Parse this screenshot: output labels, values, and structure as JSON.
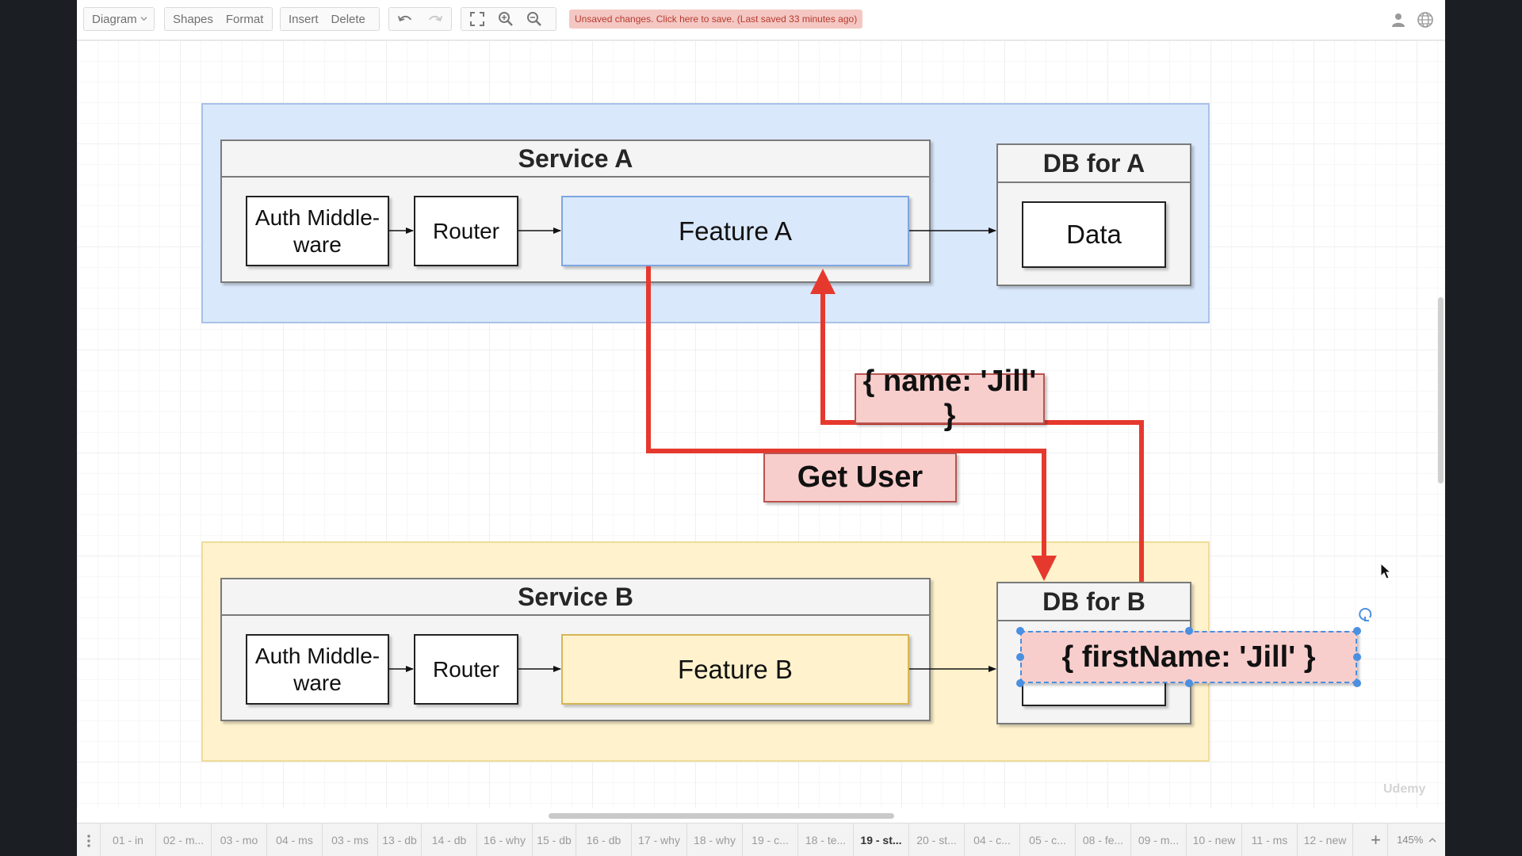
{
  "toolbar": {
    "diagram_menu": "Diagram",
    "shapes": "Shapes",
    "format": "Format",
    "insert": "Insert",
    "delete": "Delete",
    "unsaved_notice": "Unsaved changes. Click here to save. (Last saved 33 minutes ago)",
    "icons": [
      "undo-icon",
      "redo-icon",
      "fullscreen-icon",
      "zoom-in-icon",
      "zoom-out-icon",
      "user-icon",
      "globe-icon"
    ]
  },
  "diagram": {
    "service_a": {
      "title": "Service A",
      "auth_line1": "Auth Middle-",
      "auth_line2": "ware",
      "router": "Router",
      "feature": "Feature A"
    },
    "db_a": {
      "title": "DB for A",
      "data": "Data"
    },
    "service_b": {
      "title": "Service B",
      "auth_line1": "Auth Middle-",
      "auth_line2": "ware",
      "router": "Router",
      "feature": "Feature B"
    },
    "db_b": {
      "title": "DB for B"
    },
    "labels": {
      "get_user": "Get User",
      "name_response": "{ name: 'Jill' }",
      "firstname_record": "{ firstName: 'Jill' }"
    }
  },
  "pages": {
    "tabs": [
      "01 - in",
      "02 - m...",
      "03 - mo",
      "04 - ms",
      "03 - ms",
      "13 - db",
      "14 - db",
      "16 - why",
      "15 - db",
      "16 - db",
      "17 - why",
      "18 - why",
      "19 - c...",
      "18 - te...",
      "19 - st...",
      "20 - st...",
      "04 - c...",
      "05 - c...",
      "08 - fe...",
      "09 - m...",
      "10 - new",
      "11 - ms",
      "12 - new"
    ],
    "active_index": 14,
    "zoom": "145%"
  },
  "watermark": "Udemy",
  "colors": {
    "service_a_bg": "#dae8fc",
    "service_b_bg": "#fff2cc",
    "highlight_red": "#e6392e",
    "label_fill": "#f8cecc",
    "unsaved_bg": "#f4c7c3"
  }
}
